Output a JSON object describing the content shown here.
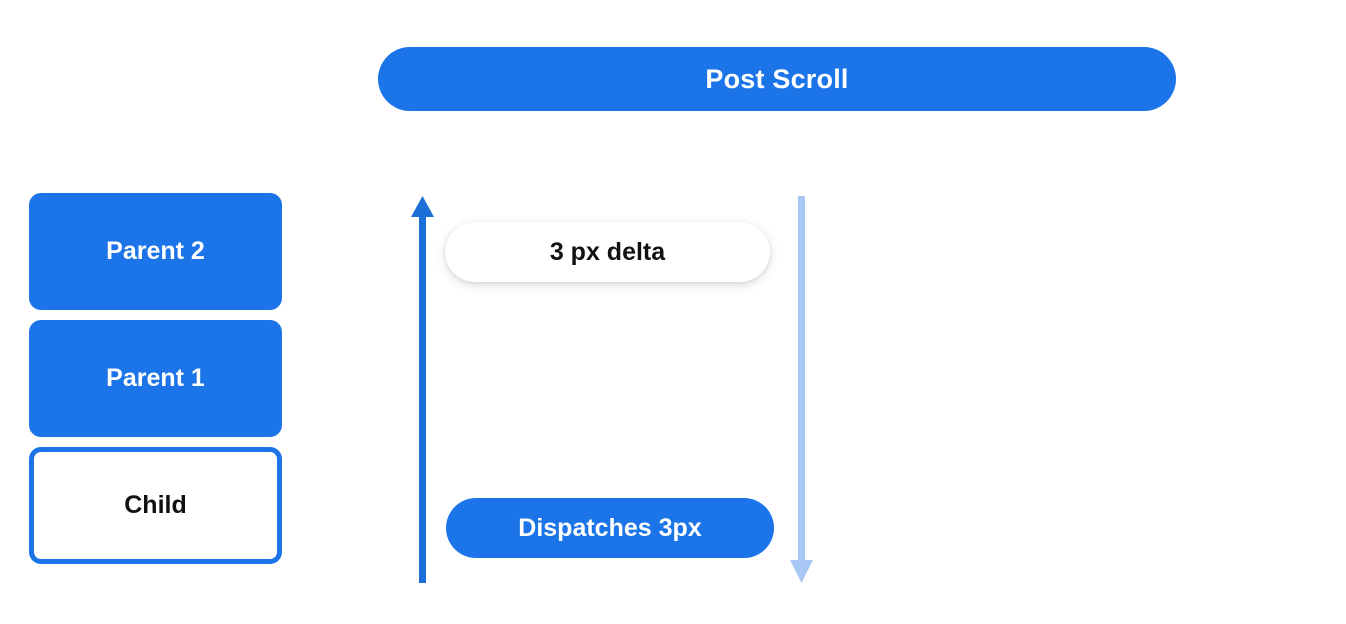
{
  "header": {
    "title": "Post Scroll"
  },
  "stack": {
    "boxes": [
      {
        "label": "Parent 2",
        "style": "filled"
      },
      {
        "label": "Parent 1",
        "style": "filled"
      },
      {
        "label": "Child",
        "style": "outlined"
      }
    ]
  },
  "annotations": {
    "delta_pill": "3 px delta",
    "dispatch_pill": "Dispatches 3px"
  },
  "arrows": {
    "left": {
      "name": "scroll-up-arrow",
      "direction": "up",
      "color": "#1b6fd6"
    },
    "right": {
      "name": "scroll-down-arrow",
      "direction": "down",
      "color": "#a8c7f5"
    }
  },
  "colors": {
    "brand_blue": "#1b74e8",
    "arrow_dark_blue": "#1b6fd6",
    "arrow_light_blue": "#a8c7f5",
    "text_light": "#ffffff",
    "text_dark": "#111111",
    "background": "#ffffff"
  }
}
